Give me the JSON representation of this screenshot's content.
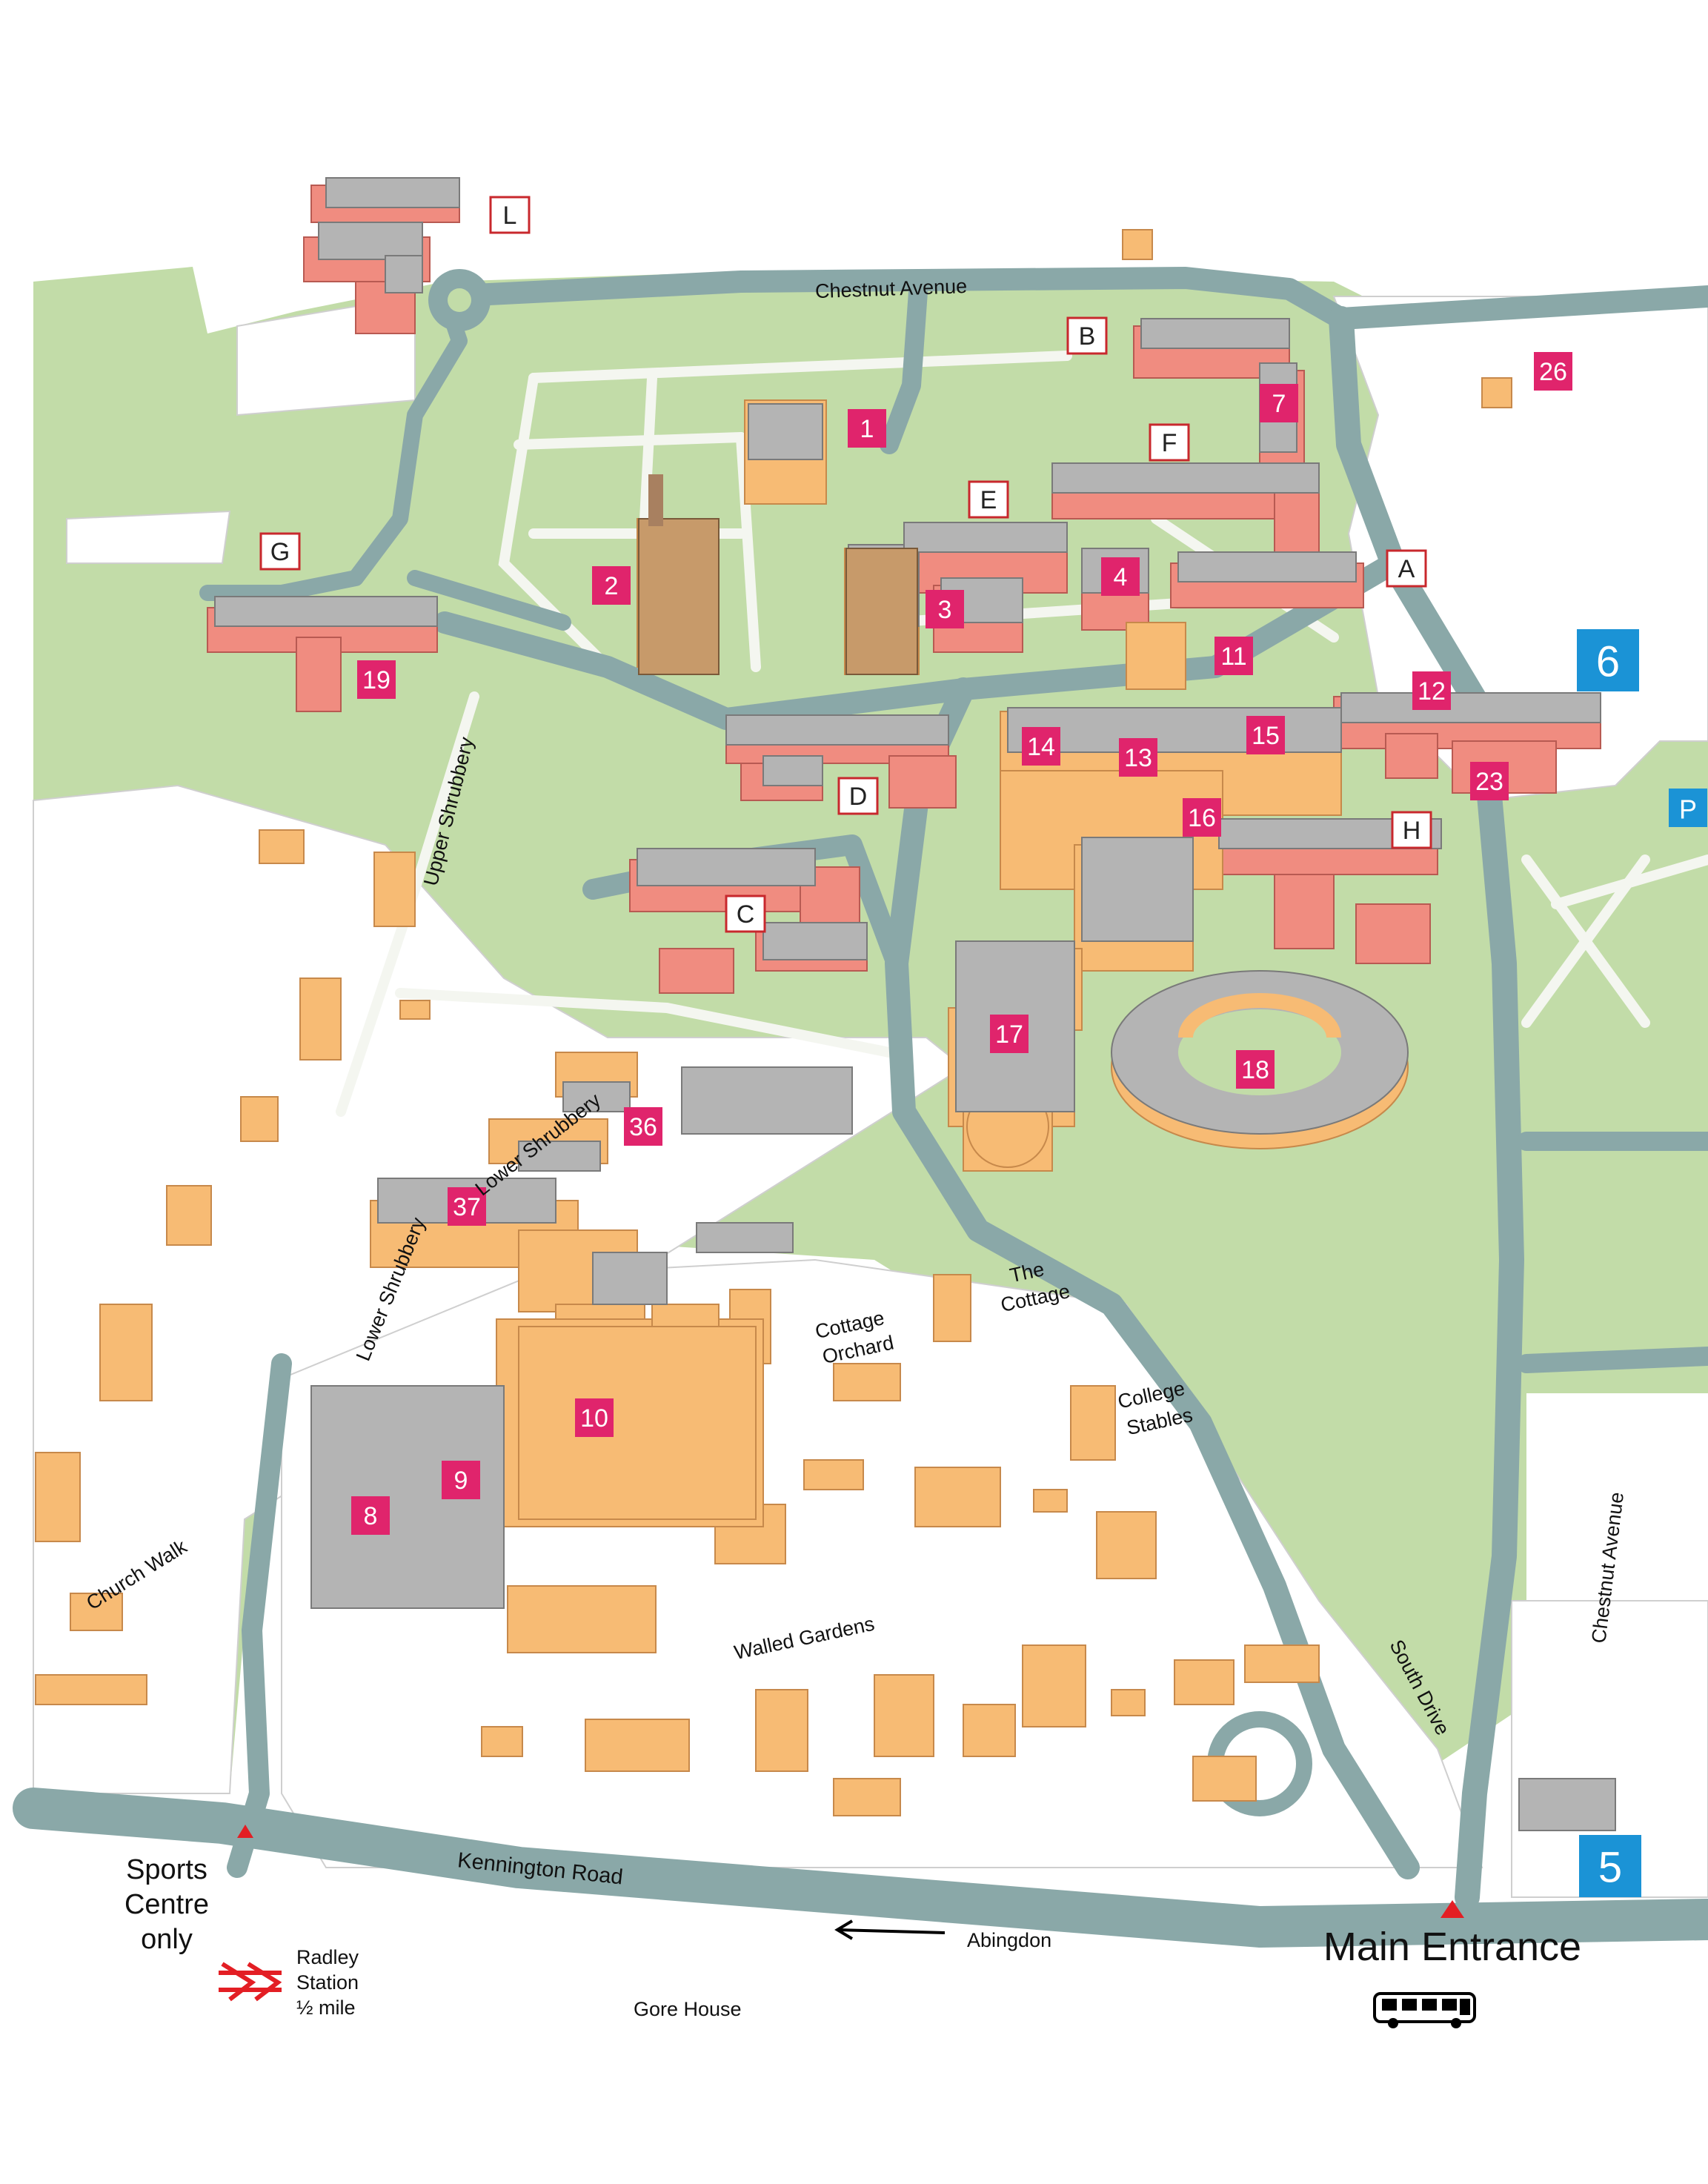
{
  "markers_pink": [
    {
      "id": "1"
    },
    {
      "id": "2"
    },
    {
      "id": "3"
    },
    {
      "id": "4"
    },
    {
      "id": "7"
    },
    {
      "id": "8"
    },
    {
      "id": "9"
    },
    {
      "id": "10"
    },
    {
      "id": "11"
    },
    {
      "id": "12"
    },
    {
      "id": "13"
    },
    {
      "id": "14"
    },
    {
      "id": "15"
    },
    {
      "id": "16"
    },
    {
      "id": "17"
    },
    {
      "id": "18"
    },
    {
      "id": "19"
    },
    {
      "id": "23"
    },
    {
      "id": "26"
    },
    {
      "id": "36"
    },
    {
      "id": "37"
    }
  ],
  "markers_letter": [
    {
      "id": "L"
    },
    {
      "id": "B"
    },
    {
      "id": "F"
    },
    {
      "id": "E"
    },
    {
      "id": "A"
    },
    {
      "id": "G"
    },
    {
      "id": "D"
    },
    {
      "id": "H"
    },
    {
      "id": "C"
    }
  ],
  "markers_blue": [
    {
      "id": "6"
    },
    {
      "id": "P"
    },
    {
      "id": "5"
    }
  ],
  "roads": {
    "chestnut_avenue_top": "Chestnut Avenue",
    "chestnut_avenue_right": "Chestnut Avenue",
    "upper_shrubbery": "Upper Shrubbery",
    "lower_shrubbery_a": "Lower Shrubbery",
    "lower_shrubbery_b": "Lower Shrubbery",
    "church_walk": "Church Walk",
    "walled_gardens": "Walled Gardens",
    "south_drive": "South Drive",
    "kennington_road": "Kennington Road",
    "abingdon": "Abingdon"
  },
  "places": {
    "cottage_orchard_1": "Cottage",
    "cottage_orchard_2": "Orchard",
    "the_cottage_1": "The",
    "the_cottage_2": "Cottage",
    "college_stables_1": "College",
    "college_stables_2": "Stables",
    "sports_1": "Sports",
    "sports_2": "Centre",
    "sports_3": "only",
    "main_entrance": "Main Entrance",
    "radley_1": "Radley",
    "radley_2": "Station",
    "radley_3": "½ mile",
    "gore_house": "Gore House"
  },
  "colors": {
    "grass": "#c2dca8",
    "road": "#8aa8a8",
    "path": "#f4f6f0",
    "building_orange": "#f7bb74",
    "building_red": "#f08c80",
    "roof_grey": "#b4b4b4",
    "marker_pink": "#e0246c",
    "marker_letter": "#c8282d",
    "marker_blue": "#1b93d6",
    "entrance_red": "#e31e24"
  }
}
